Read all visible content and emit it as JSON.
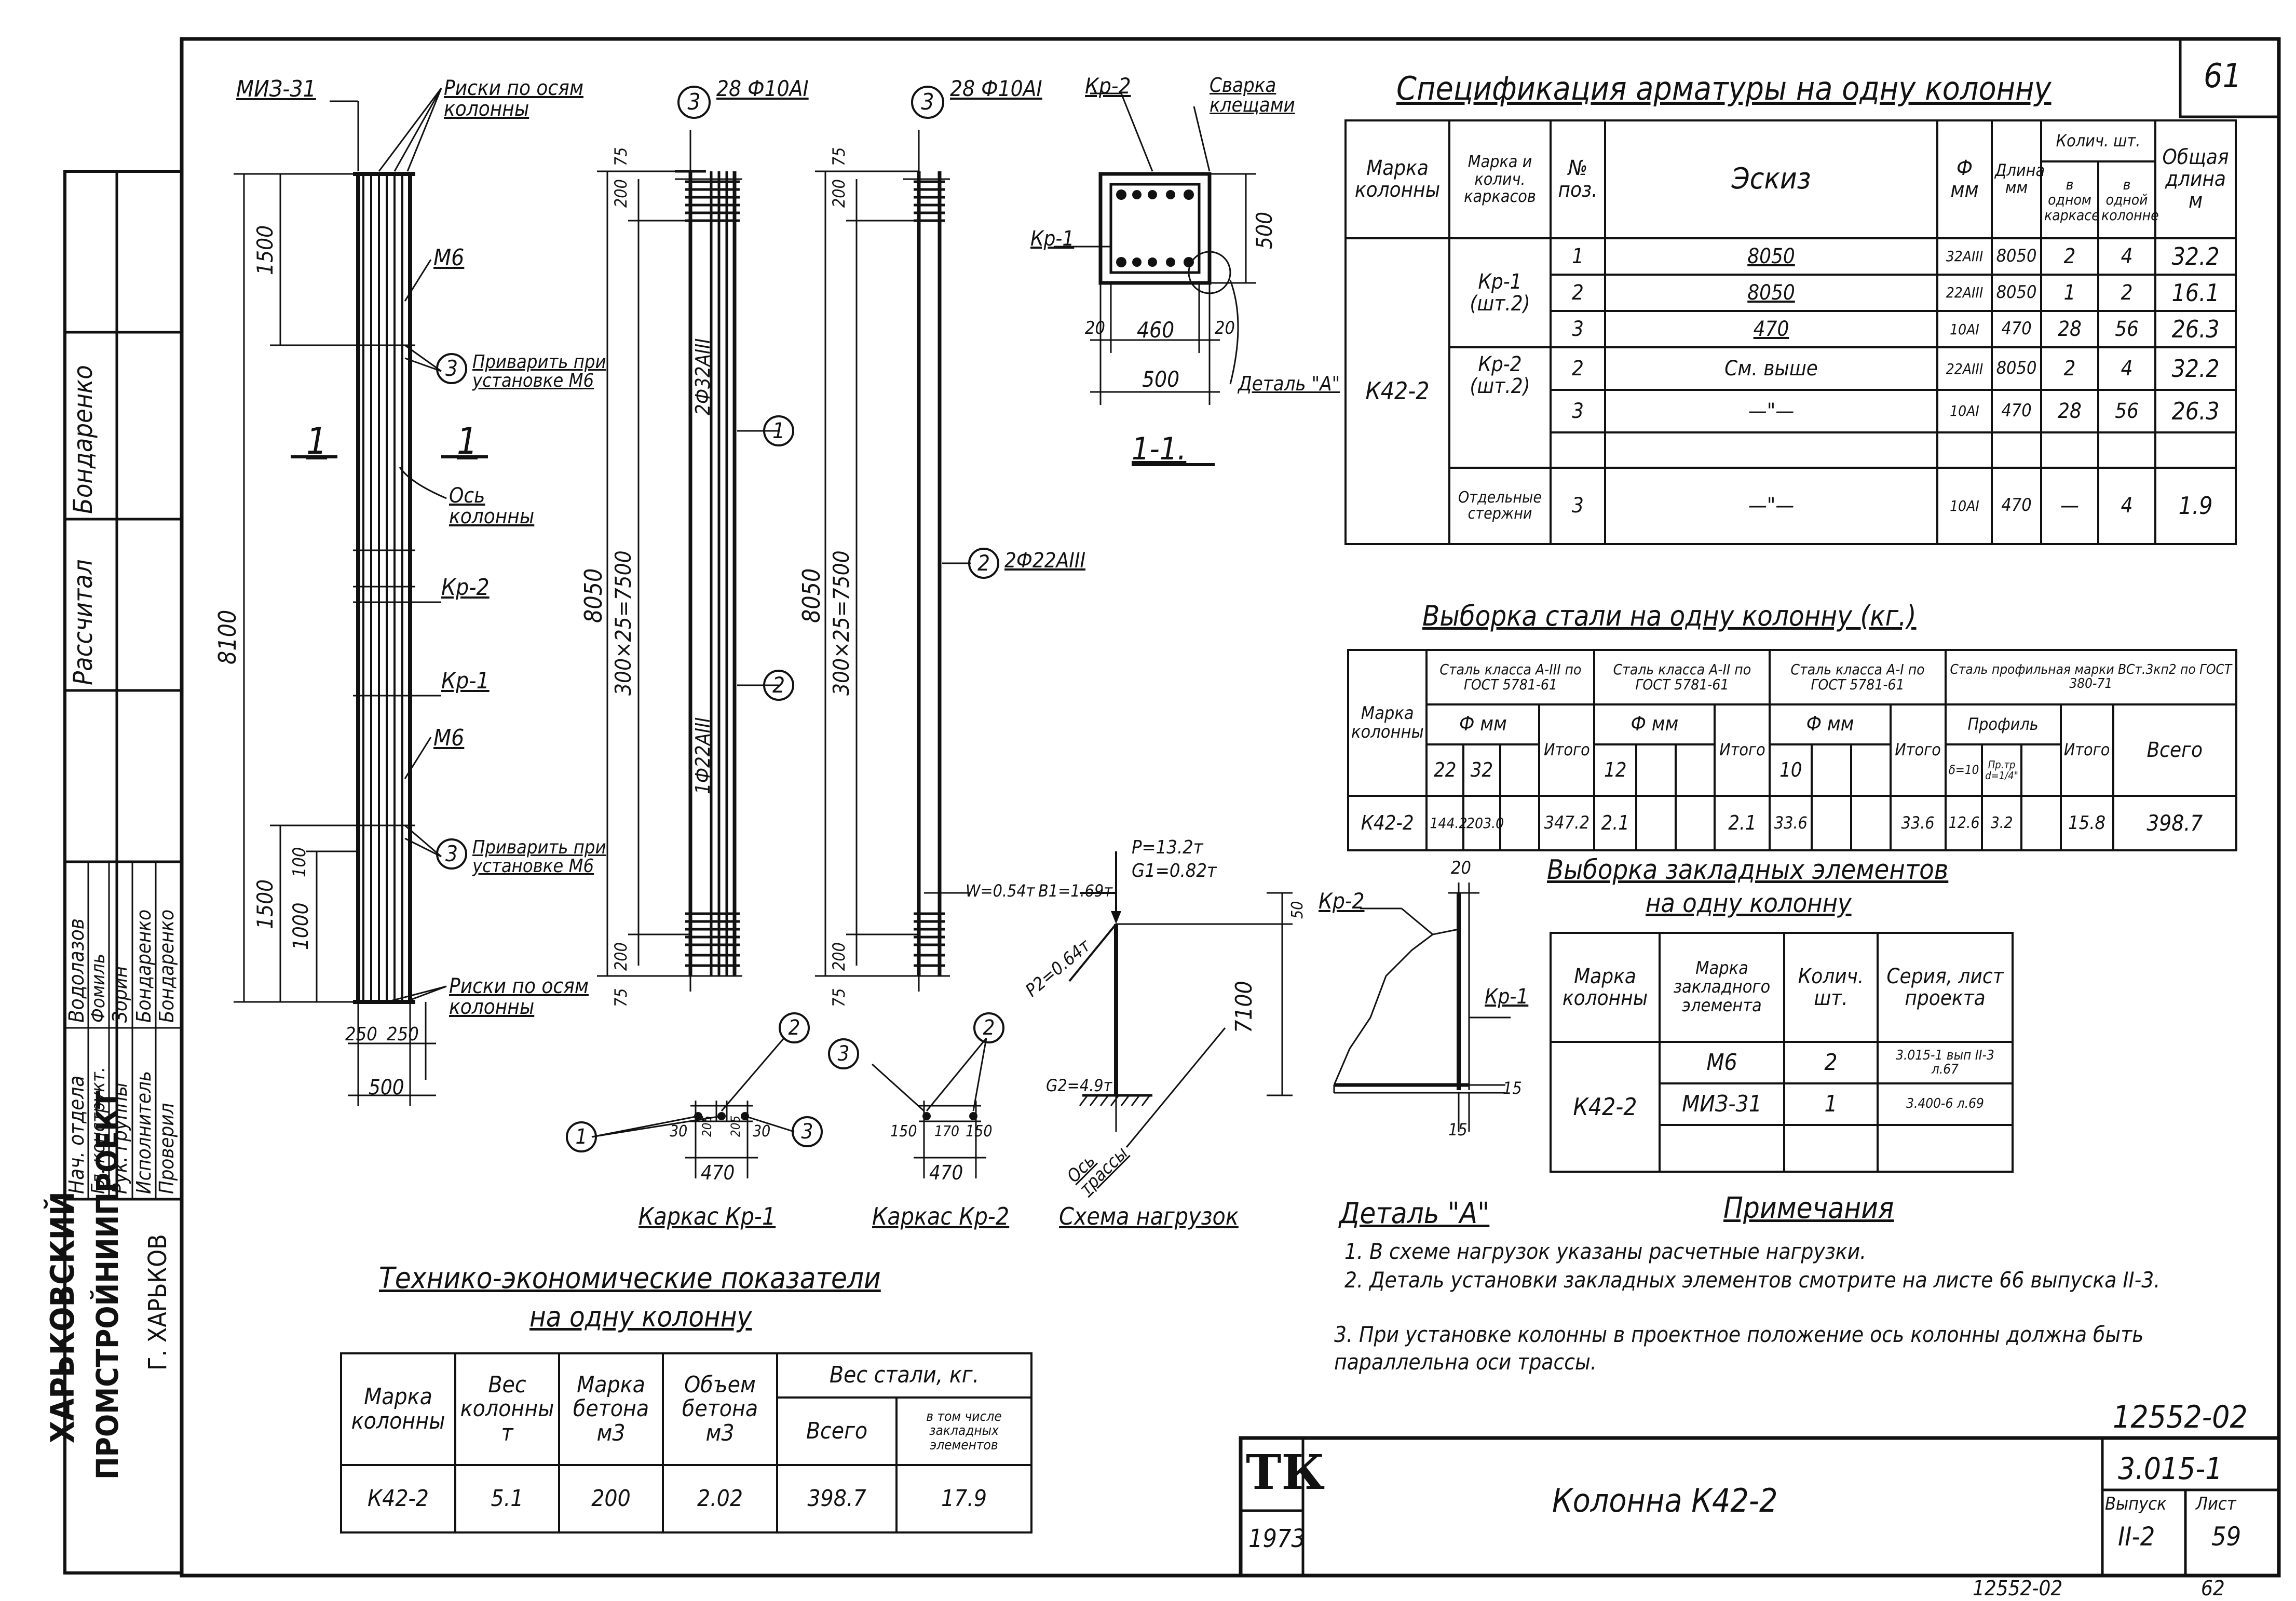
{
  "sheet": {
    "sheet_number_top": "61",
    "org_name": "ХАРЬКОВСКИЙ",
    "org_name2": "ПРОМСТРОЙНИИПРОЕКТ",
    "org_city": "Г. ХАРЬКОВ",
    "doc_code": "12552-02",
    "doc_code_bottom": "12552-02",
    "page_bottom": "62",
    "tk_logo": "ТК",
    "year": "1973",
    "title": "Колонна К42-2",
    "series": "3.015-1",
    "issue_label": "Выпуск",
    "issue": "II-2",
    "list_label": "Лист",
    "list": "59"
  },
  "signatures": {
    "rows": [
      {
        "role": "Нач. отдела",
        "name": "Водолазов"
      },
      {
        "role": "Гл. конструкт.",
        "name": "Фомиль"
      },
      {
        "role": "Рук. группы",
        "name": "Зорин"
      },
      {
        "role": "Исполнитель",
        "name": "Бондаренко"
      },
      {
        "role": "Проверил",
        "name": "Бондаренко"
      }
    ],
    "calc_role": "Рассчитал",
    "calc_name": "Бондаренко"
  },
  "elevation": {
    "labels": {
      "miz": "МИЗ-31",
      "marks_top": "Риски по осям колонны",
      "m6_top": "М6",
      "weld_top": "Приварить при установке М6",
      "axis": "Ось колонны",
      "kp2": "Кр-2",
      "kp1": "Кр-1",
      "m6_bottom": "М6",
      "weld_bottom": "Приварить при установке М6",
      "marks_bottom": "Риски по осям колонны",
      "section_mark": "1",
      "circle3": "3"
    },
    "dims": {
      "total": "8100",
      "top": "1500",
      "bottom": "1500",
      "d1000": "1000",
      "d100": "100",
      "w250a": "250",
      "w250b": "250",
      "w500": "500"
    }
  },
  "cage1": {
    "header": "28 Ф10АI",
    "circle": "3",
    "dim_total": "8050",
    "dim_mid": "300×25=7500",
    "dim_top1": "75",
    "dim_top2": "200",
    "dim_bot1": "200",
    "dim_bot2": "75",
    "bar1": "2Ф32АIII",
    "bar2": "1Ф22АIII",
    "circ1": "1",
    "circ2": "2"
  },
  "cage2": {
    "header": "28 Ф10АI",
    "circle": "3",
    "dim_total": "8050",
    "dim_mid": "300×25=7500",
    "dim_top1": "75",
    "dim_top2": "200",
    "dim_bot1": "200",
    "dim_bot2": "75",
    "bar2": "2Ф22АIII",
    "circ2": "2"
  },
  "section": {
    "title": "1-1.",
    "kp2": "Кр-2",
    "weld": "Сварка клещами",
    "kp1": "Кр-1",
    "d500v": "500",
    "d20a": "20",
    "d460": "460",
    "d20b": "20",
    "d500": "500",
    "detail": "Деталь \"А\""
  },
  "cage_sections": {
    "kp1_title": "Каркас Кр-1",
    "kp2_title": "Каркас Кр-2",
    "kp1_dims": [
      "30",
      "205",
      "205",
      "30"
    ],
    "kp1_total": "470",
    "kp2_dims": [
      "150",
      "170",
      "150"
    ],
    "kp2_total": "470",
    "c1": "1",
    "c2": "2",
    "c3": "3"
  },
  "load_scheme": {
    "title": "Схема нагрузок",
    "p": "P=13.2т",
    "g1": "G1=0.82т",
    "w": "W=0.54т",
    "b": "B1=1.69т",
    "pr": "P2=0.64т",
    "g2": "G2=4.9т",
    "h7100": "7100",
    "h50": "50",
    "axis": "Ось трассы"
  },
  "detail_a": {
    "title": "Деталь \"А\"",
    "kp2": "Кр-2",
    "kp1": "Кр-1",
    "d20": "20",
    "d15a": "15",
    "d15b": "15"
  },
  "spec_table": {
    "title": "Спецификация арматуры на одну колонну",
    "headers": {
      "mark_col": "Марка колонны",
      "mark_cage": "Марка и колич. каркасов",
      "pos": "№ поз.",
      "sketch": "Эскиз",
      "phi": "Ф мм",
      "length": "Длина мм",
      "qty": "Колич. шт.",
      "qty_cage": "в одном каркасе",
      "qty_col": "в одной колонне",
      "total": "Общая длина м"
    },
    "column_mark": "К42-2",
    "groups": [
      {
        "cage": "Кр-1 (шт.2)",
        "rows": [
          {
            "pos": "1",
            "sketch": "8050",
            "phi": "32АIII",
            "len": "8050",
            "q1": "2",
            "q2": "4",
            "total": "32.2"
          },
          {
            "pos": "2",
            "sketch": "8050",
            "phi": "22АIII",
            "len": "8050",
            "q1": "1",
            "q2": "2",
            "total": "16.1"
          },
          {
            "pos": "3",
            "sketch": "470",
            "phi": "10АI",
            "len": "470",
            "q1": "28",
            "q2": "56",
            "total": "26.3"
          }
        ]
      },
      {
        "cage": "Кр-2 (шт.2)",
        "rows": [
          {
            "pos": "2",
            "sketch": "См. выше",
            "phi": "22АIII",
            "len": "8050",
            "q1": "2",
            "q2": "4",
            "total": "32.2"
          },
          {
            "pos": "3",
            "sketch": "—\"—",
            "phi": "10АI",
            "len": "470",
            "q1": "28",
            "q2": "56",
            "total": "26.3"
          }
        ]
      },
      {
        "cage": "Отдельные стержни",
        "rows": [
          {
            "pos": "3",
            "sketch": "—\"—",
            "phi": "10АI",
            "len": "470",
            "q1": "—",
            "q2": "4",
            "total": "1.9"
          }
        ]
      }
    ]
  },
  "steel_table": {
    "title": "Выборка стали на одну колонну (кг.)",
    "h_mark": "Марка колонны",
    "h_a3": "Сталь класса А-III по ГОСТ 5781-61",
    "h_a2": "Сталь класса А-II по ГОСТ 5781-61",
    "h_a1": "Сталь класса А-I по ГОСТ 5781-61",
    "h_prof": "Сталь профильная марки ВСт.3кп2 по ГОСТ 380-71",
    "h_phi": "Ф мм",
    "h_profile": "Профиль",
    "h_itogo": "Итого",
    "h_total": "Всего",
    "d22": "22",
    "d32": "32",
    "d12": "12",
    "d10": "10",
    "p1": "δ=10",
    "p2": "Пр.тр d=1/4\"",
    "mark": "К42-2",
    "v22": "144.2",
    "v32": "203.0",
    "i1": "347.2",
    "v12": "2.1",
    "i2": "2.1",
    "v10": "33.6",
    "i3": "33.6",
    "vp1": "12.6",
    "vp2": "3.2",
    "i4": "15.8",
    "total": "398.7"
  },
  "embedded_table": {
    "title": "Выборка закладных элементов",
    "title2": "на одну колонну",
    "h_mark": "Марка колонны",
    "h_el": "Марка закладного элемента",
    "h_qty": "Колич. шт.",
    "h_ser": "Серия, лист проекта",
    "mark": "К42-2",
    "rows": [
      {
        "el": "М6",
        "qty": "2",
        "ser": "3.015-1 вып II-3 л.67"
      },
      {
        "el": "МИЗ-31",
        "qty": "1",
        "ser": "3.400-6 л.69"
      }
    ]
  },
  "notes": {
    "title": "Примечания",
    "items": [
      "1. В схеме нагрузок указаны расчетные нагрузки.",
      "2. Деталь установки закладных элементов смотрите на листе 66 выпуска II-3.",
      "3. При установке колонны в проектное положение ось колонны должна быть параллельна оси трассы."
    ]
  },
  "tech_table": {
    "title": "Технико-экономические показатели",
    "title2": "на одну колонну",
    "h_mark": "Марка колонны",
    "h_weight": "Вес колонны т",
    "h_concrete": "Марка бетона м3",
    "h_volume": "Объем бетона м3",
    "h_steel": "Вес стали, кг.",
    "h_all": "Всего",
    "h_emb": "в том числе закладных элементов",
    "mark": "К42-2",
    "weight": "5.1",
    "concrete": "200",
    "volume": "2.02",
    "steel_total": "398.7",
    "steel_emb": "17.9"
  }
}
